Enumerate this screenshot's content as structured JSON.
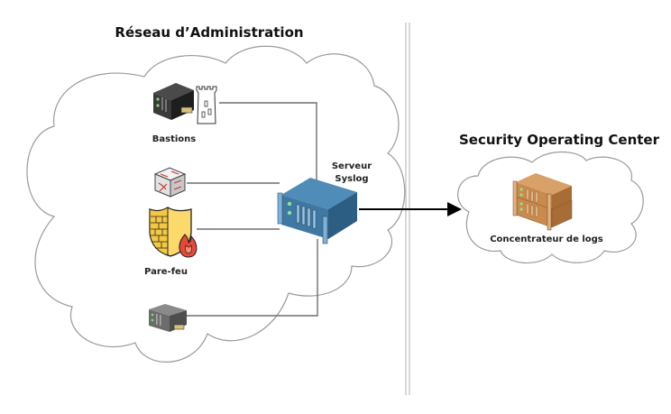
{
  "zones": {
    "admin": {
      "title": "Réseau d’Administration"
    },
    "soc": {
      "title": "Security Operating Center"
    }
  },
  "nodes": {
    "bastions": {
      "label": "Bastions",
      "icon": "server-with-tower-icon"
    },
    "router": {
      "label": "",
      "icon": "router-switch-icon"
    },
    "firewall": {
      "label": "Pare-feu",
      "icon": "firewall-shield-icon"
    },
    "generic_server": {
      "label": "",
      "icon": "server-icon"
    },
    "syslog": {
      "label_line1": "Serveur",
      "label_line2": "Syslog",
      "icon": "blue-server-icon"
    },
    "log_collector": {
      "label": "Concentrateur de logs",
      "icon": "stacked-servers-icon"
    }
  },
  "edges": [
    {
      "from": "bastions",
      "to": "syslog",
      "style": "line"
    },
    {
      "from": "router",
      "to": "syslog",
      "style": "line"
    },
    {
      "from": "firewall",
      "to": "syslog",
      "style": "line"
    },
    {
      "from": "generic_server",
      "to": "syslog",
      "style": "line"
    },
    {
      "from": "syslog",
      "to": "log_collector",
      "style": "arrow"
    }
  ],
  "colors": {
    "syslog_server": "#3f78a3",
    "log_collector": "#c98a4e",
    "firewall_yellow": "#f5c842",
    "fire_red": "#e8473a",
    "dark_server": "#2b2b2b",
    "divider": "#b0b0b0"
  }
}
